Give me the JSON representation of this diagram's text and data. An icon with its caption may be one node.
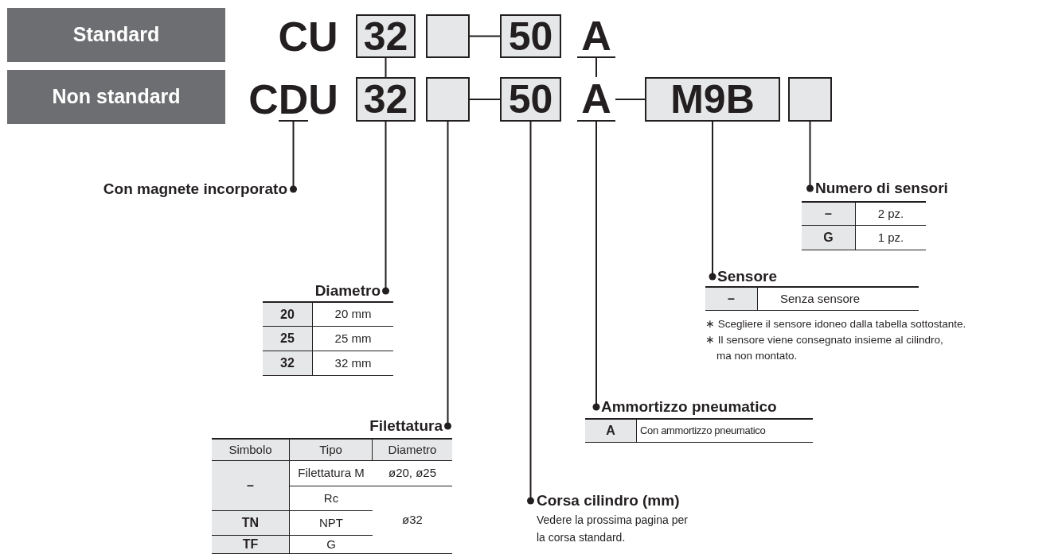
{
  "diagram": {
    "nodes": [
      {
        "text": [
          "Standard"
        ]
      },
      {
        "text": [
          "Non standard"
        ]
      },
      {
        "text": [
          "CU"
        ]
      },
      {
        "text": [
          "32"
        ]
      },
      {
        "text": [],
        "shape": "box"
      },
      {
        "text": [
          "50"
        ]
      },
      {
        "text": [
          "A"
        ]
      },
      {
        "text": [
          "CDU"
        ]
      },
      {
        "text": [
          "32"
        ]
      },
      {
        "text": [],
        "shape": "box"
      },
      {
        "text": [
          "50"
        ]
      },
      {
        "text": [
          "A"
        ]
      },
      {
        "text": [
          "M9B"
        ]
      },
      {
        "text": [],
        "shape": "box"
      },
      {
        "text": [
          "Con magnete incorporato"
        ]
      },
      {
        "text": [
          "Numero di sensori"
        ]
      },
      {
        "text": [
          "Sensore"
        ]
      },
      {
        "text": [
          "Diametro"
        ]
      },
      {
        "text": [
          "Ammortizzo pneumatico"
        ]
      },
      {
        "text": [
          "Filettatura"
        ]
      },
      {
        "text": [
          "Corsa cilindro (mm)",
          "Vedere la prossima pagina per la corsa standard."
        ]
      }
    ],
    "edges": [
      {
        "from": 3,
        "to": 8,
        "arrow": "none"
      },
      {
        "from": 6,
        "to": 11,
        "arrow": "none"
      },
      {
        "from": 4,
        "to": 5,
        "arrow": "none"
      },
      {
        "from": 9,
        "to": 10,
        "arrow": "none"
      },
      {
        "from": 11,
        "to": 12,
        "arrow": "none"
      },
      {
        "from": 7,
        "to": 14,
        "arrow": "other"
      },
      {
        "from": 8,
        "to": 17,
        "arrow": "other"
      },
      {
        "from": 9,
        "to": 19,
        "arrow": "other"
      },
      {
        "from": 10,
        "to": 20,
        "arrow": "other"
      },
      {
        "from": 11,
        "to": 18,
        "arrow": "other"
      },
      {
        "from": 12,
        "to": 16,
        "arrow": "other"
      },
      {
        "from": 13,
        "to": 15,
        "arrow": "other"
      }
    ],
    "labels": [
      "–",
      "2 pz.",
      "G",
      "1 pz.",
      "–",
      "Senza sensore",
      "∗ Scegliere il sensore idoneo dalla tabella sottostante.",
      "∗ Il sensore viene consegnato insieme al cilindro, ma non montato.",
      "20",
      "20 mm",
      "25",
      "25 mm",
      "32",
      "32 mm",
      "A",
      "Con ammortizzo pneumatico",
      "Simbolo",
      "Tipo",
      "Diametro",
      "–",
      "Filettatura M",
      "ø20, ø25",
      "Rc",
      "TN",
      "NPT",
      "ø32",
      "TF",
      "G"
    ]
  }
}
